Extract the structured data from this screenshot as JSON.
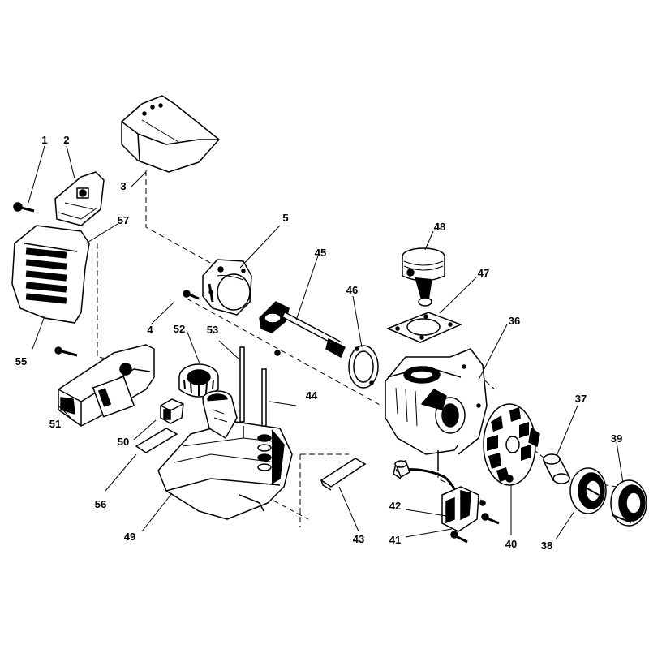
{
  "diagram": {
    "callouts": [
      {
        "id": "c1",
        "label": "1"
      },
      {
        "id": "c2",
        "label": "2"
      },
      {
        "id": "c3",
        "label": "3"
      },
      {
        "id": "c4",
        "label": "4"
      },
      {
        "id": "c5",
        "label": "5"
      },
      {
        "id": "c36",
        "label": "36"
      },
      {
        "id": "c37",
        "label": "37"
      },
      {
        "id": "c38",
        "label": "38"
      },
      {
        "id": "c39",
        "label": "39"
      },
      {
        "id": "c40",
        "label": "40"
      },
      {
        "id": "c41",
        "label": "41"
      },
      {
        "id": "c42",
        "label": "42"
      },
      {
        "id": "c43",
        "label": "43"
      },
      {
        "id": "c44",
        "label": "44"
      },
      {
        "id": "c45",
        "label": "45"
      },
      {
        "id": "c46",
        "label": "46"
      },
      {
        "id": "c47",
        "label": "47"
      },
      {
        "id": "c48",
        "label": "48"
      },
      {
        "id": "c49",
        "label": "49"
      },
      {
        "id": "c50",
        "label": "50"
      },
      {
        "id": "c51",
        "label": "51"
      },
      {
        "id": "c52",
        "label": "52"
      },
      {
        "id": "c53",
        "label": "53"
      },
      {
        "id": "c55",
        "label": "55"
      },
      {
        "id": "c56",
        "label": "56"
      },
      {
        "id": "c57",
        "label": "57"
      }
    ]
  }
}
